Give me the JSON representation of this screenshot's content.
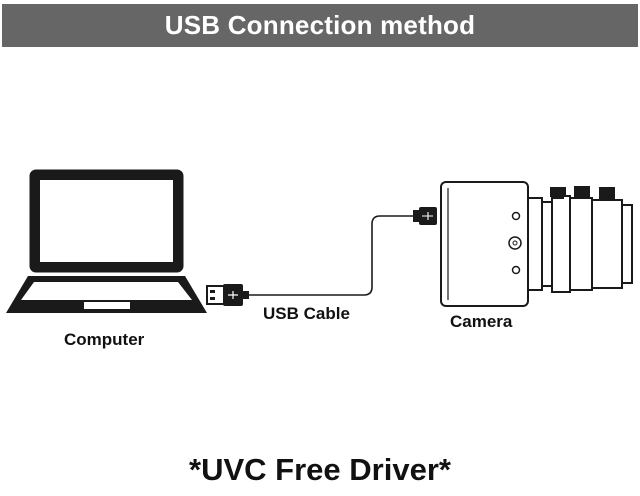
{
  "header": {
    "title": "USB Connection method"
  },
  "labels": {
    "computer": "Computer",
    "usb_cable": "USB Cable",
    "camera": "Camera"
  },
  "footer": {
    "note": "*UVC Free Driver*"
  },
  "icons": {
    "computer": "laptop-icon",
    "cable": "usb-cable-icon",
    "camera": "camera-icon"
  },
  "colors": {
    "banner": "#666666",
    "banner_text": "#ffffff",
    "line_art": "#1a1a1a"
  }
}
